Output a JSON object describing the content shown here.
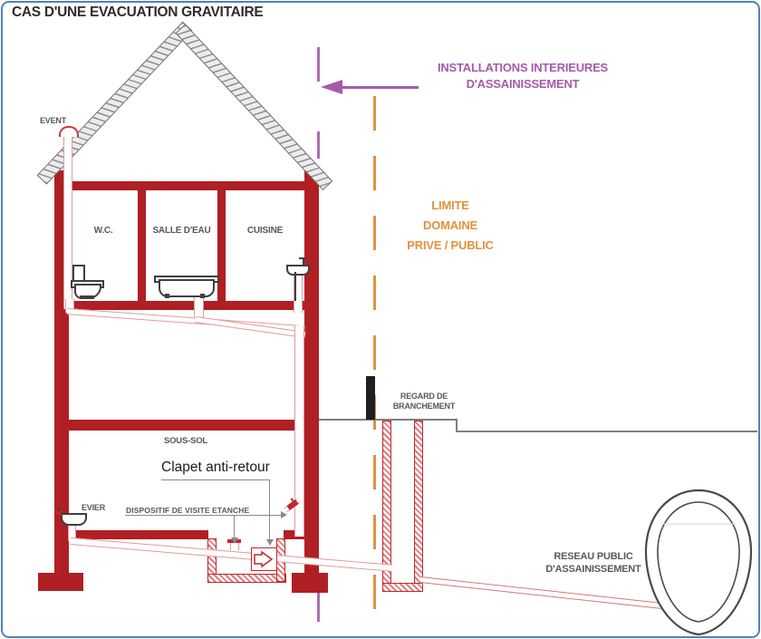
{
  "title": "CAS D'UNE EVACUATION GRAVITAIRE",
  "legend": {
    "installations_line1": "INSTALLATIONS INTERIEURES",
    "installations_line2": "D'ASSAINISSEMENT",
    "limite_line1": "LIMITE",
    "limite_line2": "DOMAINE",
    "limite_line3": "PRIVE / PUBLIC"
  },
  "house": {
    "vent": "EVENT",
    "room1": "W.C.",
    "room2": "SALLE D'EAU",
    "room3": "CUISINE",
    "basement": "SOUS-SOL",
    "clapet": "Clapet anti-retour",
    "evier": "EVIER",
    "dispositif": "DISPOSITIF DE VISITE ETANCHE"
  },
  "network": {
    "regard_line1": "REGARD DE",
    "regard_line2": "BRANCHEMENT",
    "reseau_line1": "RESEAU PUBLIC",
    "reseau_line2": "D'ASSAINISSEMENT"
  },
  "colors": {
    "wall_red": "#b01f24",
    "pipe_pink": "#e49a9d",
    "accent_red": "#c4262c",
    "purple": "#a55ba9",
    "orange": "#e2913e",
    "label_gray": "#57585a",
    "line_gray": "#7f7f7f",
    "border_blue": "#4f81bd"
  }
}
